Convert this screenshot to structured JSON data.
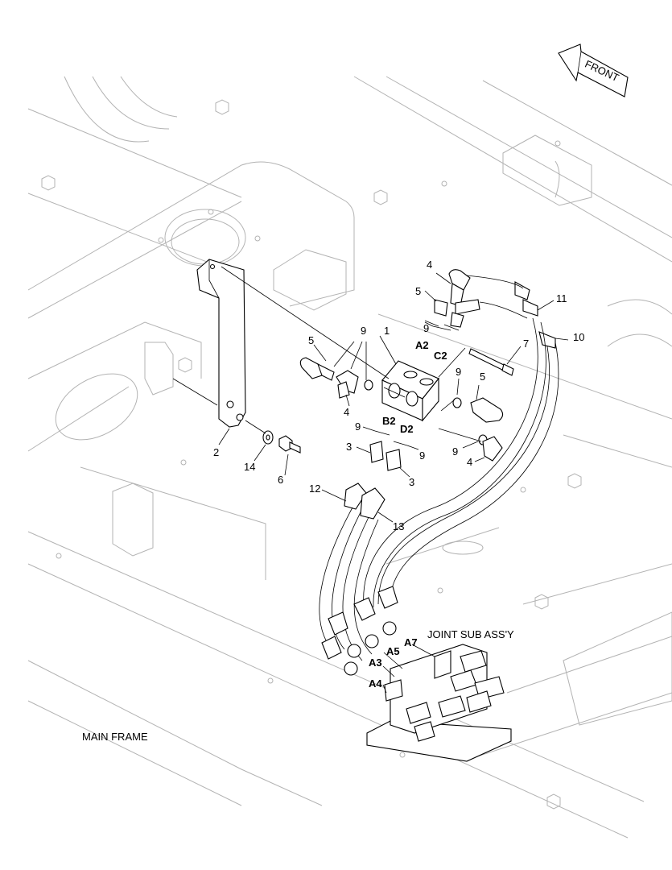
{
  "labels": {
    "front": "FRONT",
    "joint_sub_assy": "JOINT SUB ASS'Y",
    "main_frame": "MAIN FRAME"
  },
  "part_numbers": {
    "n1": "1",
    "n2": "2",
    "n3a": "3",
    "n3b": "3",
    "n4a": "4",
    "n4b": "4",
    "n4c": "4",
    "n5a": "5",
    "n5b": "5",
    "n5c": "5",
    "n6": "6",
    "n7": "7",
    "n9a": "9",
    "n9b": "9",
    "n9c": "9",
    "n9d": "9",
    "n9e": "9",
    "n9f": "9",
    "n10": "10",
    "n11": "11",
    "n12": "12",
    "n13": "13",
    "n14": "14"
  },
  "port_codes": {
    "a2": "A2",
    "c2": "C2",
    "b2": "B2",
    "d2": "D2",
    "a3": "A3",
    "a4": "A4",
    "a5": "A5",
    "a7": "A7"
  },
  "colors": {
    "background": "#ffffff",
    "frame_lines": "#b3b3b3",
    "part_lines": "#000000"
  }
}
